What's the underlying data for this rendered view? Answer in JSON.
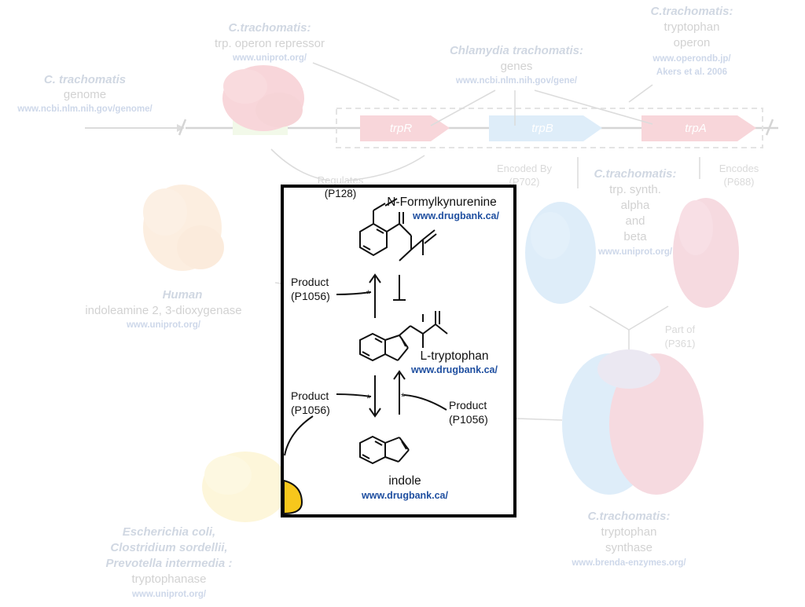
{
  "background": {
    "nodes": {
      "ct_genome": {
        "title": "C. trachomatis",
        "sub": "genome",
        "link": "www.ncbi.nlm.nih.gov/genome/"
      },
      "ct_repressor": {
        "title": "C.trachomatis:",
        "sub": "trp. operon repressor",
        "link": "www.uniprot.org/"
      },
      "chl_genes": {
        "title": "Chlamydia trachomatis:",
        "sub": "genes",
        "link": "www.ncbi.nlm.nih.gov/gene/"
      },
      "ct_operon": {
        "title": "C.trachomatis:",
        "sub1": "tryptophan",
        "sub2": "operon",
        "link": "www.operondb.jp/",
        "link2": "Akers et al. 2006"
      },
      "human": {
        "title": "Human",
        "sub": "indoleamine 2, 3-dioxygenase",
        "link": "www.uniprot.org/"
      },
      "ct_synth_sub": {
        "title": "C.trachomatis:",
        "l1": "trp. synth.",
        "l2": "alpha",
        "l3": "and",
        "l4": "beta",
        "link": "www.uniprot.org/"
      },
      "ct_synthase": {
        "title": "C.trachomatis:",
        "sub1": "tryptophan",
        "sub2": "synthase",
        "link": "www.brenda-enzymes.org/"
      },
      "ecoli": {
        "l1": "Escherichia coli,",
        "l2": "Clostridium sordellii,",
        "l3": "Prevotella intermedia :",
        "sub": "tryptophanase",
        "link": "www.uniprot.org/"
      }
    },
    "genes": [
      "trpR",
      "trpB",
      "trpA"
    ],
    "edges": {
      "regulates": "Regulates",
      "regulates_id": "(P128)",
      "encoded_by": "Encoded By",
      "encoded_by_id": "(P702)",
      "encodes": "Encodes",
      "encodes_id": "(P688)",
      "part_of": "Part of",
      "part_of_id": "(P361)"
    }
  },
  "focus": {
    "compounds": {
      "nfk": {
        "name": "N-Formylkynurenine",
        "link": "www.drugbank.ca/"
      },
      "trp": {
        "name": "L-tryptophan",
        "link": "www.drugbank.ca/"
      },
      "indole": {
        "name": "indole",
        "link": "www.drugbank.ca/"
      }
    },
    "edges": {
      "p1": {
        "label": "Product",
        "id": "(P1056)"
      },
      "p2": {
        "label": "Product",
        "id": "(P1056)"
      },
      "p3": {
        "label": "Product",
        "id": "(P1056)"
      }
    },
    "colors": {
      "border": "#000000",
      "link": "#1f4fa0",
      "yellow_enzyme": "#f7c71c"
    }
  }
}
